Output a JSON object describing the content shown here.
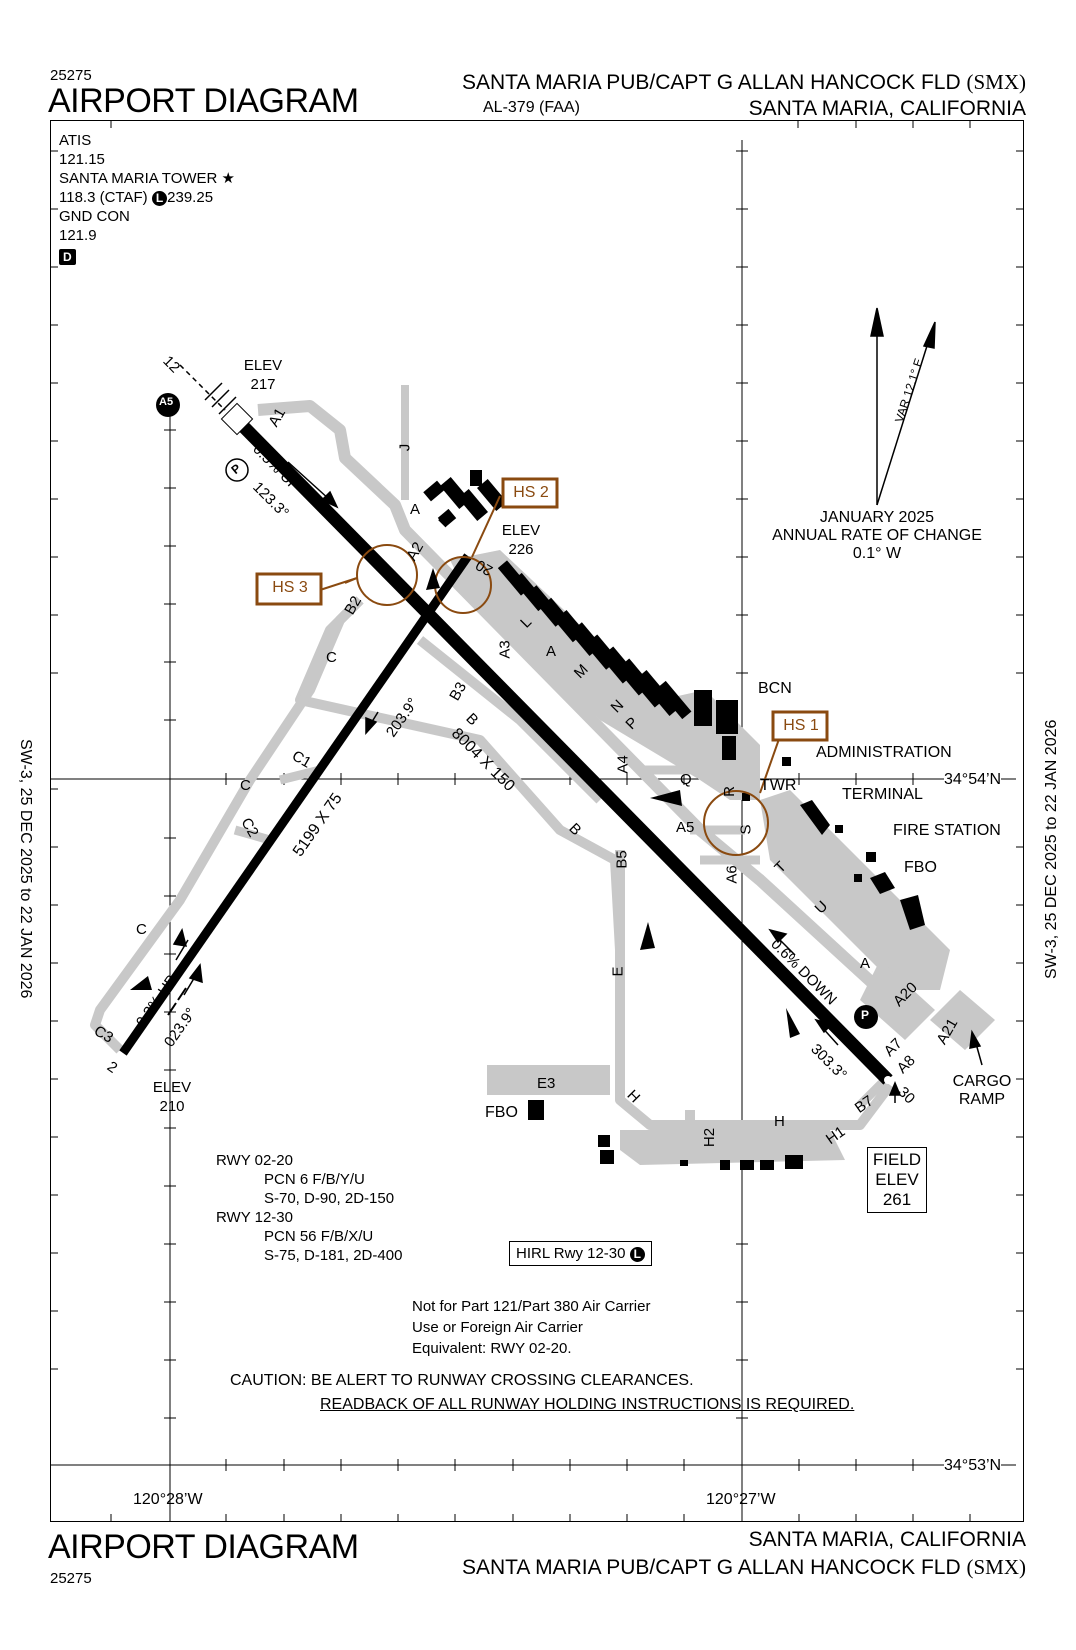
{
  "header": {
    "doc_number": "25275",
    "title": "AIRPORT DIAGRAM",
    "airport_name": "SANTA MARIA PUB/CAPT G ALLAN HANCOCK FLD",
    "airport_id": "(SMX)",
    "procedure_id": "AL-379 (FAA)",
    "city_state": "SANTA MARIA, CALIFORNIA"
  },
  "footer": {
    "doc_number": "25275",
    "title": "AIRPORT DIAGRAM",
    "city_state": "SANTA MARIA, CALIFORNIA",
    "airport_name": "SANTA MARIA PUB/CAPT G ALLAN HANCOCK FLD",
    "airport_id": "(SMX)"
  },
  "side_labels": {
    "left": "SW-3,  25 DEC 2025  to  22 JAN 2026",
    "right": "SW-3,  25 DEC 2025  to  22 JAN 2026"
  },
  "frequencies": {
    "atis_label": "ATIS",
    "atis_freq": "121.15",
    "tower_label": "SANTA MARIA TOWER",
    "tower_star": "★",
    "tower_freq": "118.3 (CTAF)",
    "tower_l": "L",
    "tower_uhf": "239.25",
    "gnd_label": "GND CON",
    "gnd_freq": "121.9",
    "class_d": "D"
  },
  "magnetic": {
    "var_label": "VAR 12.1° E",
    "date": "JANUARY 2025",
    "rate_label": "ANNUAL RATE OF CHANGE",
    "rate_value": "0.1° W"
  },
  "coordinates": {
    "lat_upper": "34°54’N",
    "lat_lower": "34°53’N",
    "lon_left": "120°28’W",
    "lon_right": "120°27’W"
  },
  "runways": {
    "rwy_12_30_dims": "8004 X 150",
    "rwy_02_20_dims": "5199 X 75",
    "hdg_123": "123.3°",
    "hdg_303": "303.3°",
    "hdg_203": "203.9°",
    "hdg_023": "023.9°",
    "slope_12": "0.5% UP",
    "slope_30": "0.6% DOWN",
    "slope_02": "0.3% UP",
    "end_12": "12",
    "end_30": "30",
    "end_2": "2",
    "end_20": "20"
  },
  "elevations": {
    "elev_label": "ELEV",
    "elev_217": "217",
    "elev_226": "226",
    "elev_210": "210",
    "field_elev_l1": "FIELD",
    "field_elev_l2": "ELEV",
    "field_elev_value": "261"
  },
  "hot_spots": [
    "HS 1",
    "HS 2",
    "HS 3"
  ],
  "taxiways": {
    "A1": "A1",
    "A2": "A2",
    "A3": "A3",
    "A4": "A4",
    "A5": "A5",
    "A6": "A6",
    "A7": "A7",
    "A8": "A8",
    "A20": "A20",
    "A21": "A21",
    "B2": "B2",
    "B3": "B3",
    "B5": "B5",
    "B7": "B7",
    "C1": "C1",
    "C2": "C2",
    "C3": "C3",
    "E3": "E3",
    "H1": "H1",
    "H2": "H2",
    "A": "A",
    "B": "B",
    "C": "C",
    "E": "E",
    "H": "H",
    "J": "J",
    "K": "K",
    "L": "L",
    "M": "M",
    "N": "N",
    "P": "P",
    "Q": "Q",
    "R": "R",
    "S": "S",
    "T": "T",
    "U": "U",
    "A5_circle": "A5"
  },
  "facilities": {
    "bcn": "BCN",
    "administration": "ADMINISTRATION",
    "twr": "TWR",
    "terminal": "TERMINAL",
    "fire_station": "FIRE STATION",
    "fbo_east": "FBO",
    "fbo_south": "FBO",
    "cargo_l1": "CARGO",
    "cargo_l2": "RAMP",
    "parking_symbol": "P"
  },
  "runway_info": {
    "rwy1": "RWY 02-20",
    "rwy1_pcn": "PCN 6 F/B/Y/U",
    "rwy1_wt": "S-70, D-90, 2D-150",
    "rwy2": "RWY 12-30",
    "rwy2_pcn": "PCN 56 F/B/X/U",
    "rwy2_wt": "S-75, D-181, 2D-400",
    "hirl": "HIRL Rwy 12-30",
    "hirl_l": "L"
  },
  "notes": {
    "line1": "Not for Part 121/Part 380 Air Carrier",
    "line2": "Use or Foreign Air Carrier",
    "line3": "Equivalent: RWY 02-20.",
    "caution1": "CAUTION: BE ALERT TO RUNWAY CROSSING CLEARANCES.",
    "caution2": "READBACK OF ALL RUNWAY HOLDING INSTRUCTIONS IS REQUIRED."
  },
  "colors": {
    "hotspot": "#8a4a10",
    "taxiway": "#c8c8c8",
    "runway": "#000000"
  }
}
